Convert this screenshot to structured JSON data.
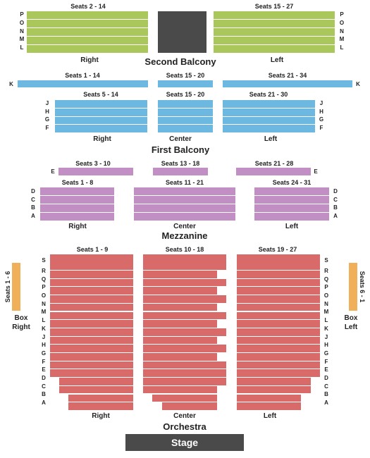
{
  "colors": {
    "balcony2": "#a9c75b",
    "balcony1": "#6db8e0",
    "mezzanine": "#c28fc5",
    "orchestra": "#d96a6a",
    "box": "#f0b05a",
    "dark": "#4a4a4a"
  },
  "titles": {
    "second_balcony": "Second Balcony",
    "first_balcony": "First Balcony",
    "mezzanine": "Mezzanine",
    "orchestra": "Orchestra",
    "stage": "Stage"
  },
  "second_balcony": {
    "headers": [
      "Seats 2 - 14",
      "Seats 15 - 27"
    ],
    "rows": [
      "P",
      "O",
      "N",
      "M",
      "L"
    ],
    "labels": [
      "Right",
      "Left"
    ]
  },
  "first_balcony": {
    "row_k": "K",
    "k_headers": [
      "Seats 1 - 14",
      "Seats 15 - 20",
      "Seats 21 - 34"
    ],
    "headers": [
      "Seats 5 - 14",
      "Seats 15 - 20",
      "Seats 21 - 30"
    ],
    "rows": [
      "J",
      "H",
      "G",
      "F"
    ],
    "labels": [
      "Right",
      "Center",
      "Left"
    ]
  },
  "mezzanine": {
    "row_e": "E",
    "e_headers": [
      "Seats 3 - 10",
      "Seats 13 - 18",
      "Seats 21 - 28"
    ],
    "headers": [
      "Seats 1 - 8",
      "Seats 11 - 21",
      "Seats 24 - 31"
    ],
    "rows": [
      "D",
      "C",
      "B",
      "A"
    ],
    "labels": [
      "Right",
      "Center",
      "Left"
    ]
  },
  "orchestra": {
    "headers": [
      "Seats 1 - 9",
      "Seats 10 - 18",
      "Seats 19 - 27"
    ],
    "rows": [
      "S",
      "R",
      "Q",
      "P",
      "O",
      "N",
      "M",
      "L",
      "K",
      "J",
      "H",
      "G",
      "F",
      "E",
      "D",
      "C",
      "B",
      "A"
    ],
    "labels": [
      "Right",
      "Center",
      "Left"
    ]
  },
  "boxes": {
    "right_seats": "Seats 1 - 6",
    "right_label_1": "Box",
    "right_label_2": "Right",
    "left_seats": "Seats 6 - 1",
    "left_label_1": "Box",
    "left_label_2": "Left"
  }
}
